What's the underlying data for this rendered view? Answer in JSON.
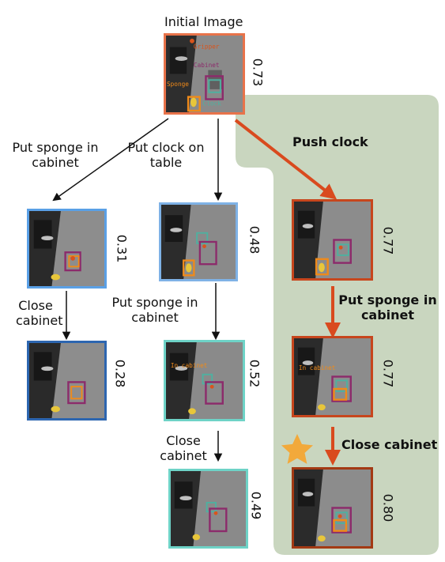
{
  "initial": {
    "title": "Initial Image",
    "score": "0.73",
    "overlay_labels": {
      "gripper": "Gripper",
      "cabinet": "Cabinet",
      "sponge": "Sponge",
      "clock": "Clock"
    }
  },
  "branches": [
    {
      "id": "left",
      "label": "Put sponge in cabinet",
      "score": "0.31",
      "next_label": "Close cabinet",
      "next_score": "0.28"
    },
    {
      "id": "middle",
      "label": "Put clock on table",
      "score": "0.48",
      "next_label": "Put sponge in cabinet",
      "next_score": "0.52",
      "next_overlay": "In cabinet",
      "final_label": "Close cabinet",
      "final_score": "0.49"
    },
    {
      "id": "right",
      "label": "Push clock",
      "score": "0.77",
      "next_label": "Put sponge in cabinet",
      "next_score": "0.77",
      "next_overlay": "In cabinet",
      "final_label": "Close cabinet",
      "final_score": "0.80"
    }
  ],
  "colors": {
    "highlight_bg": "#c9d6bf",
    "arrow_red": "#d94a1e",
    "star": "#f2a93b",
    "border_initial": "#e8734a",
    "border_blue_light": "#5aa0e6",
    "border_blue_dark": "#2d66b0",
    "border_blue_mid": "#7fb2e6",
    "border_teal": "#6ed3c7",
    "border_orange_red": "#c7461d",
    "border_brown": "#a33a14"
  }
}
